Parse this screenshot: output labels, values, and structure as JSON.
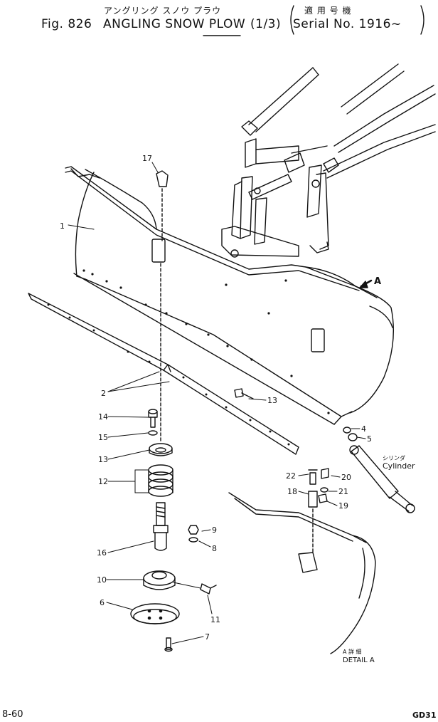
{
  "header": {
    "title_jp": "アングリング スノウ プラウ",
    "fig_no": "Fig. 826",
    "title": "ANGLING SNOW PLOW",
    "sheet": "(1/3)",
    "serial_jp": "適 用 号 機",
    "serial": "Serial No. 1916~"
  },
  "callouts": [
    "1",
    "2",
    "4",
    "5",
    "6",
    "7",
    "8",
    "9",
    "10",
    "11",
    "12",
    "13",
    "13",
    "14",
    "15",
    "16",
    "17",
    "18",
    "19",
    "20",
    "21",
    "22"
  ],
  "labels": {
    "arrow_a": "A",
    "cylinder_jp": "シリンダ",
    "cylinder": "Cylinder",
    "detail_jp": "A 詳 細",
    "detail": "DETAIL A"
  },
  "footer": {
    "page": "8-60",
    "code": "GD31"
  },
  "colors": {
    "ink": "#111111",
    "paper": "#ffffff"
  }
}
